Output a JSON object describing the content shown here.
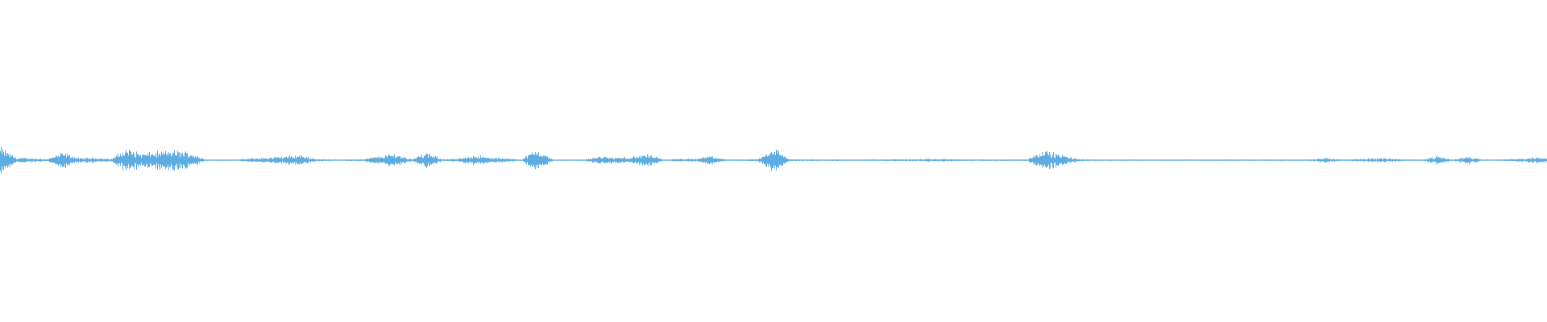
{
  "chart_data": {
    "type": "area",
    "title": "",
    "xlabel": "",
    "ylabel": "",
    "ylim": [
      -1,
      1
    ],
    "grid": false,
    "legend": "none",
    "color": "#5dade2",
    "background": "#ffffff",
    "series": [
      {
        "amplitude_envelope": [
          1.0,
          0.2,
          0.15,
          0.1,
          0.6,
          0.15,
          0.2,
          0.1,
          0.9,
          0.5,
          0.65,
          0.75,
          0.6,
          0.05,
          0.05,
          0.05,
          0.15,
          0.2,
          0.3,
          0.4,
          0.1,
          0.05,
          0.05,
          0.1,
          0.3,
          0.5,
          0.1,
          0.55,
          0.1,
          0.1,
          0.4,
          0.2,
          0.15,
          0.05,
          0.85,
          0.05,
          0.05,
          0.05,
          0.3,
          0.2,
          0.25,
          0.45,
          0.05,
          0.1,
          0.1,
          0.35,
          0.05,
          0.05,
          0.1,
          1.0,
          0.08,
          0.06,
          0.06,
          0.06,
          0.06,
          0.06,
          0.06,
          0.08,
          0.08,
          0.1,
          0.1,
          0.06,
          0.06,
          0.06,
          0.06,
          0.06,
          0.75,
          0.5,
          0.15,
          0.05,
          0.05,
          0.05,
          0.05,
          0.05,
          0.05,
          0.05,
          0.05,
          0.05,
          0.05,
          0.05,
          0.05,
          0.05,
          0.05,
          0.05,
          0.2,
          0.05,
          0.1,
          0.15,
          0.15,
          0.05,
          0.05,
          0.3,
          0.05,
          0.3,
          0.05,
          0.05,
          0.1,
          0.2
        ]
      }
    ]
  }
}
